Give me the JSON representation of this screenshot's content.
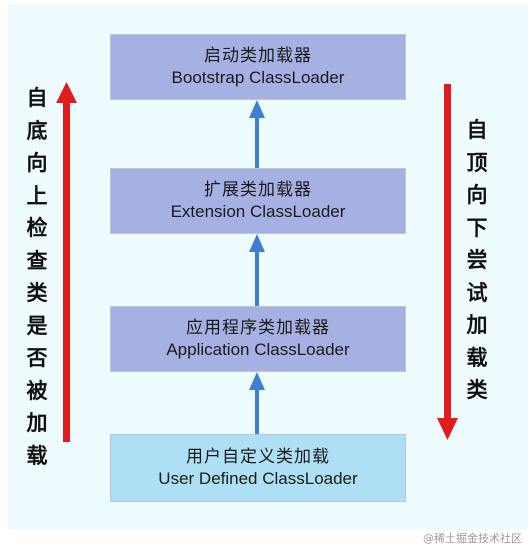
{
  "boxes": {
    "bootstrap": {
      "zh": "启动类加载器",
      "en": "Bootstrap ClassLoader"
    },
    "extension": {
      "zh": "扩展类加载器",
      "en": "Extension ClassLoader"
    },
    "application": {
      "zh": "应用程序类加载器",
      "en": "Application ClassLoader"
    },
    "user": {
      "zh": "用户自定义类加载",
      "en": "User Defined ClassLoader"
    }
  },
  "side_labels": {
    "left": "自底向上检查类是否被加载",
    "right": "自顶向下尝试加载类"
  },
  "watermark": "@稀土掘金技术社区",
  "colors": {
    "box_purple": "#a7b0e2",
    "box_cyan": "#aee0f5",
    "arrow_blue": "#3f7fd0",
    "arrow_red": "#e01c1c",
    "background": "#eefbff"
  }
}
